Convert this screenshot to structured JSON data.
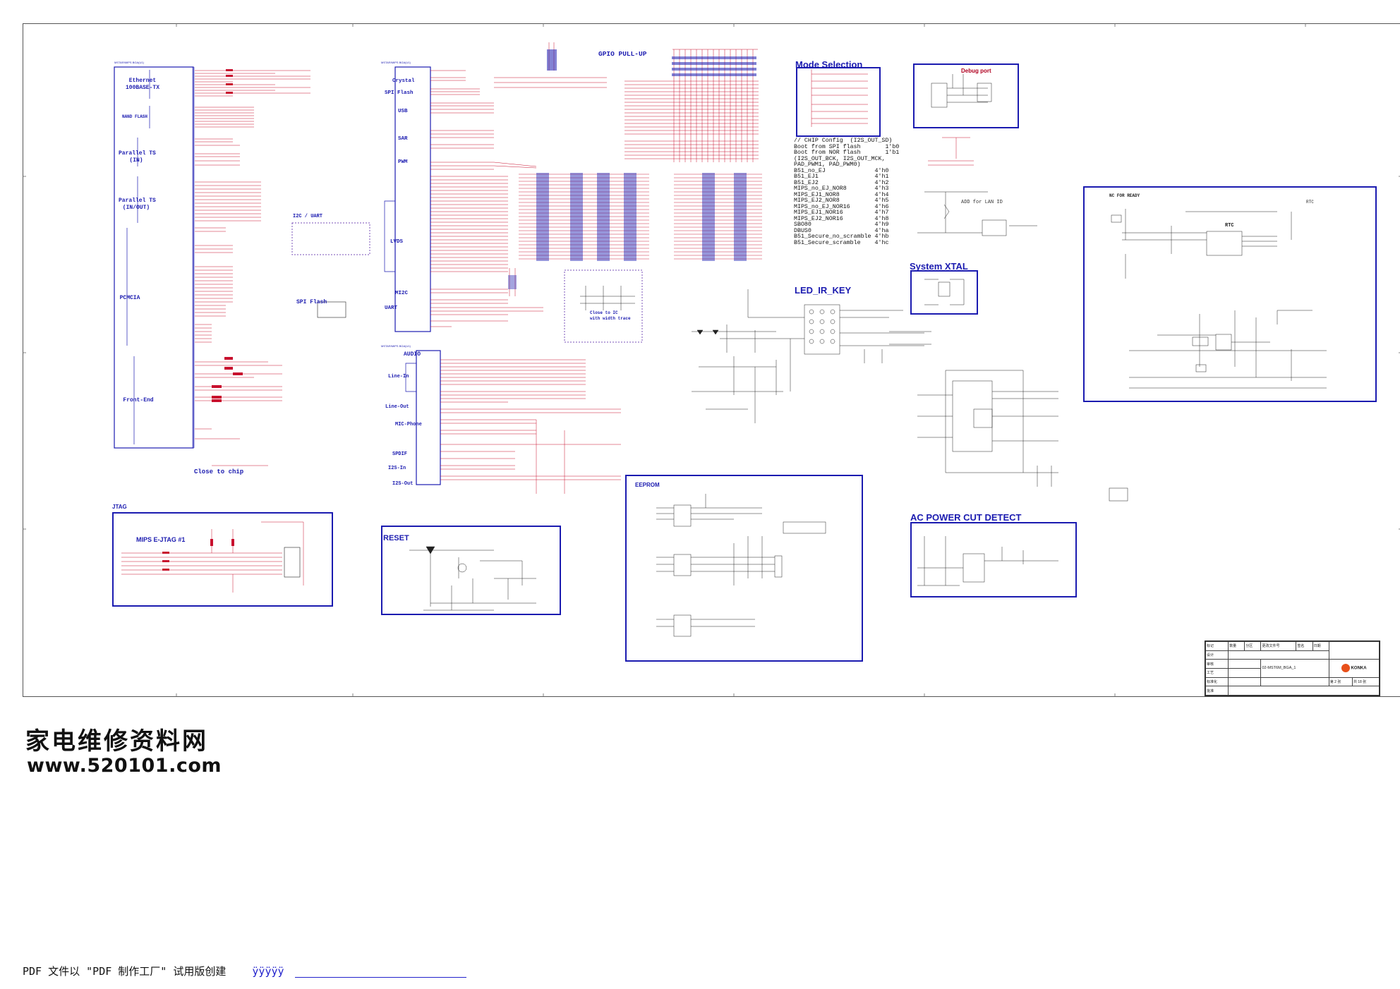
{
  "sheet": {
    "title": "GPIO PULL-UP",
    "soc_part_top": "MSTAR/MIPS BGA(U1)",
    "soc_part_mid": "MSTAR/MIPS BGA(U1)",
    "soc_part_audio": "MSTAR/MIPS BGA(U1)"
  },
  "left_groups": [
    {
      "key": "ethernet",
      "label": "Ethernet\n100BASE-TX"
    },
    {
      "key": "nand",
      "label": "NAND FLASH"
    },
    {
      "key": "pts_in",
      "label": "Parallel TS\n(IN)"
    },
    {
      "key": "pts_io",
      "label": "Parallel TS\n(IN/OUT)"
    },
    {
      "key": "pcmcia",
      "label": "PCMCIA"
    },
    {
      "key": "frontend",
      "label": "Front-End"
    }
  ],
  "close_to_chip": "Close to chip",
  "i2c_uart": "I2C / UART",
  "spi_flash_left": "SPI Flash",
  "mid_groups": [
    {
      "key": "crystal",
      "label": "Crystal"
    },
    {
      "key": "spi",
      "label": "SPI Flash"
    },
    {
      "key": "usb",
      "label": "USB"
    },
    {
      "key": "sar",
      "label": "SAR"
    },
    {
      "key": "pwm",
      "label": "PWM"
    },
    {
      "key": "lvds",
      "label": "LVDS"
    },
    {
      "key": "mic2",
      "label": "MI2C"
    },
    {
      "key": "uart",
      "label": "UART"
    }
  ],
  "audio_groups": [
    {
      "key": "audio",
      "label": "AUDIO"
    },
    {
      "key": "linein",
      "label": "Line-In"
    },
    {
      "key": "lineout",
      "label": "Line-Out"
    },
    {
      "key": "micphone",
      "label": "MIC-Phone"
    },
    {
      "key": "spdif",
      "label": "SPDIF"
    },
    {
      "key": "i2sin",
      "label": "I2S-In"
    },
    {
      "key": "i2sout",
      "label": "I2S-Out"
    }
  ],
  "close_to_ic_note": "Close to IC\nwith width trace",
  "blocks": {
    "mode_selection": "Mode Selection",
    "debug_port": "Debug port",
    "add_lan_id": "ADD for LAN ID",
    "nc_for_ready": "NC FOR READY",
    "rtc": "RTC",
    "system_xtal": "System XTAL",
    "led_ir_key": "LED_IR_KEY",
    "jtag": "JTAG",
    "mips_ejtag": "MIPS E-JTAG #1",
    "reset": "RESET",
    "eeprom": "EEPROM",
    "ac_power": "AC POWER CUT DETECT"
  },
  "mode_config": "// CHIP Config  (I2S_OUT_SD)\nBoot from SPI flash       1'b0\nBoot from NOR flash       1'b1\n(I2S_OUT_BCK, I2S_OUT_MCK,\nPAD_PWM1, PAD_PWM0)\nB51_no_EJ              4'h0\nB51_EJ1                4'h1\nB51_EJ2                4'h2\nMIPS_no_EJ_NOR8        4'h3\nMIPS_EJ1_NOR8          4'h4\nMIPS_EJ2_NOR8          4'h5\nMIPS_no_EJ_NOR16       4'h6\nMIPS_EJ1_NOR16         4'h7\nMIPS_EJ2_NOR16         4'h8\nSBO80                  4'h9\nDBUS0                  4'ha\nB51_Secure_no_scramble 4'hb\nB51_Secure_scramble    4'hc",
  "title_block": {
    "drawing_no": "02-MST6M_BGA_1",
    "brand": "KONKA",
    "sheet": "第 2 张",
    "total": "共 18 张",
    "rows": [
      "标记",
      "数量",
      "分区",
      "更改文件号",
      "签名",
      "日期"
    ],
    "roles": [
      "设计",
      "审核",
      "工艺",
      "标准化",
      "批准"
    ]
  },
  "watermark": {
    "site_cn": "家电维修资料网",
    "site_url": "www.520101.com"
  },
  "footer": {
    "text": "PDF 文件以 \"PDF 制作工厂\" 试用版创建",
    "link": "ÿÿÿÿÿ"
  },
  "colors": {
    "block_border": "#1b1bb0",
    "net_label": "#b00020",
    "wire": "#c8102e",
    "title_blue": "#1b1bb0",
    "konka_orange": "#e8501a"
  }
}
